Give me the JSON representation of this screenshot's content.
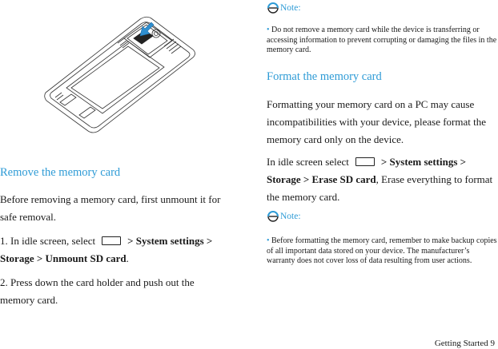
{
  "left": {
    "heading": "Remove the memory card",
    "p1": "Before removing a memory card, first unmount it for safe removal.",
    "step1": {
      "prefix": "1. In idle screen, select",
      "menu_key_icon": "menu-key-icon",
      "path_a": "> System settings >",
      "path_b": "Storage > Unmount SD card",
      "suffix": "."
    },
    "step2": "2. Press down the card holder and push out the memory card."
  },
  "right": {
    "note1": {
      "label": "Note:",
      "icon": "note-icon",
      "text": "Do not remove a memory card while the device is transferring or accessing information to prevent corrupting or damaging the files in the memory card."
    },
    "heading": "Format the memory card",
    "p1": "Formatting your memory card on a PC may cause incompatibilities with your device, please format the memory card only on the device.",
    "step": {
      "prefix": "In idle screen select",
      "menu_key_icon": "menu-key-icon",
      "path_a": "> System settings >",
      "path_b": "Storage > Erase SD card",
      "suffix": ", Erase everything to format the memory card."
    },
    "note2": {
      "label": "Note:",
      "icon": "note-icon",
      "text": "Before formatting the memory card, remember to make backup copies of all important data stored on your device. The manufacturer’s warranty does not cover loss of data resulting from user actions."
    }
  },
  "footer": {
    "page_label": "Getting Started 9"
  },
  "figure": {
    "illustration": "phone-back-memory-card-illustration",
    "arrow_color": "#2f8fd0"
  },
  "colors": {
    "accent": "#2e9bd6",
    "text": "#1a1a1a"
  }
}
